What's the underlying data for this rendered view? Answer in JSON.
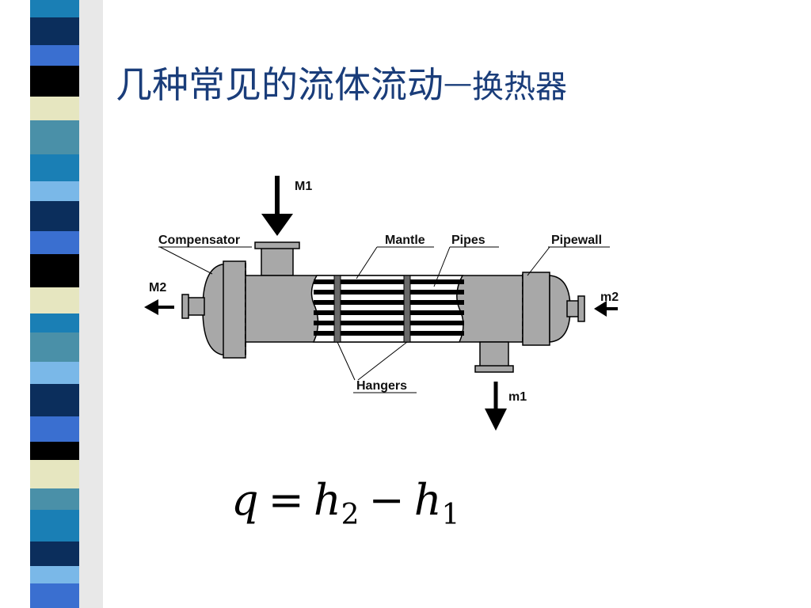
{
  "slide": {
    "title": "几种常见的流体流动",
    "title_dash": "—",
    "title_suffix": "换热器"
  },
  "diagram": {
    "labels": {
      "m1_top": "M1",
      "compensator": "Compensator",
      "mantle": "Mantle",
      "pipes": "Pipes",
      "pipewall": "Pipewall",
      "m2_left": "M2",
      "m2_right": "m2",
      "hangers": "Hangers",
      "m1_bottom": "m1"
    }
  },
  "formula": {
    "lhs": "q",
    "equals": "=",
    "h_a": "h",
    "sub_a": "2",
    "minus": "−",
    "h_b": "h",
    "sub_b": "1"
  },
  "colors": {
    "title": "#1a3d7a",
    "shell": "#a8a8a8",
    "stripe_palette": [
      "#1a7fb5",
      "#0b2e5c",
      "#3a6fd0",
      "#000000",
      "#e6e6c0",
      "#4a90a8",
      "#7ab8e8",
      "#ffffff"
    ]
  }
}
